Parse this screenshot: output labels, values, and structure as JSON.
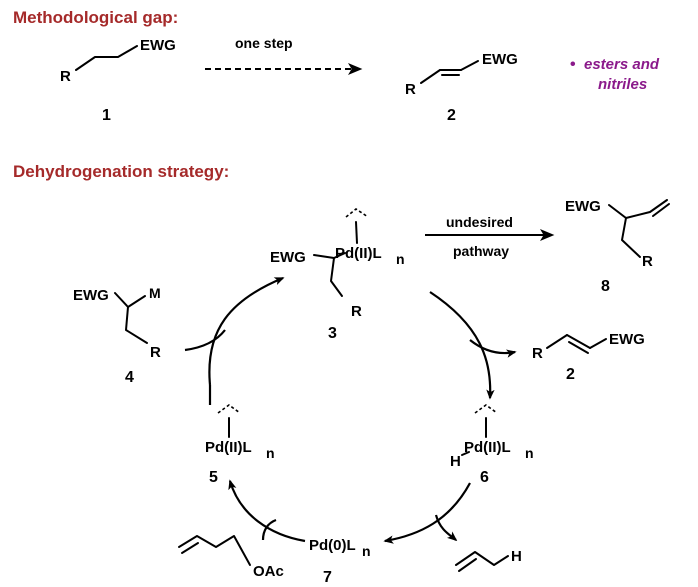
{
  "headings": {
    "gap": "Methodological gap:",
    "strategy": "Dehydrogenation strategy:"
  },
  "groups": {
    "r": "R",
    "ewg": "EWG",
    "m": "M",
    "h": "H",
    "oac": "OAc"
  },
  "arrows": {
    "one_step": "one step",
    "undesired": "undesired",
    "pathway": "pathway"
  },
  "notes": {
    "bullet": "•",
    "line1": "esters and",
    "line2": "nitriles"
  },
  "species": {
    "pd2": "Pd(II)L",
    "pd0": "Pd(0)L",
    "subscript": "n"
  },
  "compounds": {
    "c1": "1",
    "c2": "2",
    "c3": "3",
    "c4": "4",
    "c5": "5",
    "c6": "6",
    "c7": "7",
    "c8": "8"
  }
}
